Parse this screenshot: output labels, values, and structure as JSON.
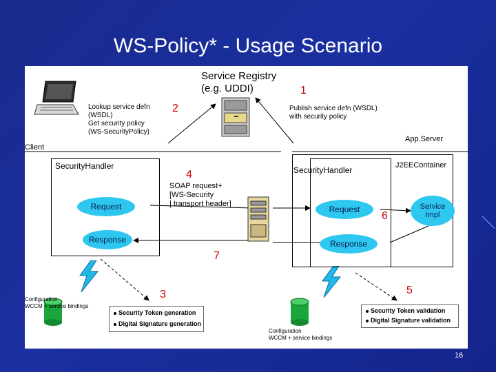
{
  "slide": {
    "title": "WS-Policy* - Usage Scenario",
    "number": "16"
  },
  "diagram": {
    "registry_title": "Service Registry",
    "registry_sub": "(e.g. UDDI)",
    "step_1": "1",
    "step_2": "2",
    "step_3": "3",
    "step_4": "4",
    "step_5": "5",
    "step_6": "6",
    "step_7": "7",
    "lookup_text": "Lookup service defn\n(WSDL)\nGet security policy\n(WS-SecurityPolicy)",
    "publish_text": "Publish service defn (WSDL)\nwith security policy",
    "client_label": "Client",
    "app_server_label": "App.Server",
    "client_handler_label": "SecurityHandler",
    "server_handler_label": "SecurityHandler",
    "j2ee_label": "J2EEContainer",
    "soap_text": "SOAP request+\n[WS-Security\n| transport header]",
    "client_request": "Request",
    "client_response": "Response",
    "server_request": "Request",
    "server_response": "Response",
    "service_impl": "Service\nImpl",
    "client_config": "Configuration\nWCCM + service bindings",
    "server_config": "Configuration\nWCCM + service bindings",
    "client_legend": [
      "Security Token generation",
      "Digital Signature generation"
    ],
    "server_legend": [
      "Security Token validation",
      "Digital Signature validation"
    ],
    "colors": {
      "oval": "#2ec7f0",
      "step_number": "#cc0000",
      "background": "#1b2a8c",
      "database": "#1aa63a",
      "lightning": "#22b8e8"
    },
    "icons": [
      "laptop-icon",
      "file-cabinet-icon",
      "server-tower-icon",
      "database-icon",
      "lightning-icon"
    ]
  }
}
